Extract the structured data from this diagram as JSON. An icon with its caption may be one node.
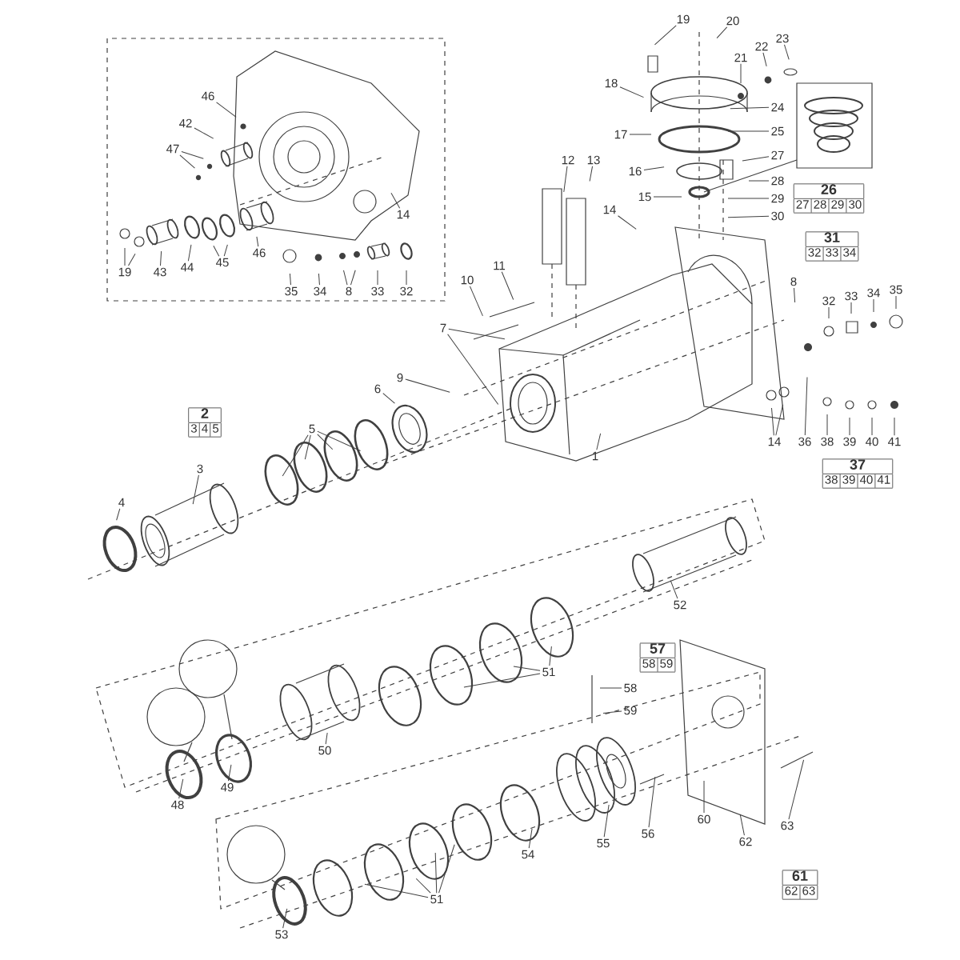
{
  "diagram": {
    "nodes": [
      {
        "text": [
          "46"
        ]
      },
      {
        "text": [
          "42"
        ]
      },
      {
        "text": [
          "47"
        ]
      },
      {
        "text": [
          "14"
        ]
      },
      {
        "text": [
          "19"
        ]
      },
      {
        "text": [
          "43"
        ]
      },
      {
        "text": [
          "44"
        ]
      },
      {
        "text": [
          "45"
        ]
      },
      {
        "text": [
          "46"
        ]
      },
      {
        "text": [
          "35"
        ]
      },
      {
        "text": [
          "34"
        ]
      },
      {
        "text": [
          "8"
        ]
      },
      {
        "text": [
          "33"
        ]
      },
      {
        "text": [
          "32"
        ]
      },
      {
        "text": [
          "19"
        ]
      },
      {
        "text": [
          "20"
        ]
      },
      {
        "text": [
          "18"
        ]
      },
      {
        "text": [
          "21"
        ]
      },
      {
        "text": [
          "22"
        ]
      },
      {
        "text": [
          "23"
        ]
      },
      {
        "text": [
          "17"
        ]
      },
      {
        "text": [
          "24"
        ]
      },
      {
        "text": [
          "25"
        ]
      },
      {
        "text": [
          "16"
        ]
      },
      {
        "text": [
          "15"
        ]
      },
      {
        "text": [
          "27"
        ]
      },
      {
        "text": [
          "12"
        ]
      },
      {
        "text": [
          "13"
        ]
      },
      {
        "text": [
          "28"
        ]
      },
      {
        "text": [
          "26",
          "27",
          "28",
          "29",
          "30"
        ]
      },
      {
        "text": [
          "29"
        ]
      },
      {
        "text": [
          "30"
        ]
      },
      {
        "text": [
          "14"
        ]
      },
      {
        "text": [
          "31",
          "32",
          "33",
          "34"
        ]
      },
      {
        "text": [
          "8"
        ]
      },
      {
        "text": [
          "11"
        ]
      },
      {
        "text": [
          "10"
        ]
      },
      {
        "text": [
          "35"
        ]
      },
      {
        "text": [
          "34"
        ]
      },
      {
        "text": [
          "33"
        ]
      },
      {
        "text": [
          "32"
        ]
      },
      {
        "text": [
          "7"
        ]
      },
      {
        "text": [
          "9"
        ]
      },
      {
        "text": [
          "6"
        ]
      },
      {
        "text": [
          "2",
          "3",
          "4",
          "5"
        ]
      },
      {
        "text": [
          "5"
        ]
      },
      {
        "text": [
          "14"
        ]
      },
      {
        "text": [
          "36"
        ]
      },
      {
        "text": [
          "38"
        ]
      },
      {
        "text": [
          "39"
        ]
      },
      {
        "text": [
          "40"
        ]
      },
      {
        "text": [
          "41"
        ]
      },
      {
        "text": [
          "1"
        ]
      },
      {
        "text": [
          "37",
          "38",
          "39",
          "40",
          "41"
        ]
      },
      {
        "text": [
          "3"
        ]
      },
      {
        "text": [
          "4"
        ]
      },
      {
        "text": [
          "52"
        ]
      },
      {
        "text": [
          "51"
        ]
      },
      {
        "text": [
          "57",
          "58",
          "59"
        ]
      },
      {
        "text": [
          "58"
        ]
      },
      {
        "text": [
          "59"
        ]
      },
      {
        "text": [
          "50"
        ]
      },
      {
        "text": [
          "49"
        ]
      },
      {
        "text": [
          "48"
        ]
      },
      {
        "text": [
          "56"
        ]
      },
      {
        "text": [
          "60"
        ]
      },
      {
        "text": [
          "62"
        ]
      },
      {
        "text": [
          "63"
        ]
      },
      {
        "text": [
          "55"
        ]
      },
      {
        "text": [
          "54"
        ]
      },
      {
        "text": [
          "51"
        ]
      },
      {
        "text": [
          "61",
          "62",
          "63"
        ]
      },
      {
        "text": [
          "53"
        ]
      }
    ],
    "edges": [
      {
        "from": 0,
        "to": null,
        "arrow": "none"
      },
      {
        "from": 1,
        "to": null,
        "arrow": "none"
      },
      {
        "from": 2,
        "to": null,
        "arrow": "none"
      },
      {
        "from": 2,
        "to": null,
        "arrow": "none"
      },
      {
        "from": 3,
        "to": null,
        "arrow": "none"
      },
      {
        "from": 4,
        "to": null,
        "arrow": "none"
      },
      {
        "from": 4,
        "to": null,
        "arrow": "none"
      },
      {
        "from": 5,
        "to": null,
        "arrow": "none"
      },
      {
        "from": 6,
        "to": null,
        "arrow": "none"
      },
      {
        "from": 7,
        "to": null,
        "arrow": "none"
      },
      {
        "from": 7,
        "to": null,
        "arrow": "none"
      },
      {
        "from": 8,
        "to": null,
        "arrow": "none"
      },
      {
        "from": 9,
        "to": null,
        "arrow": "none"
      },
      {
        "from": 10,
        "to": null,
        "arrow": "none"
      },
      {
        "from": 11,
        "to": null,
        "arrow": "none"
      },
      {
        "from": 11,
        "to": null,
        "arrow": "none"
      },
      {
        "from": 12,
        "to": null,
        "arrow": "none"
      },
      {
        "from": 13,
        "to": null,
        "arrow": "none"
      },
      {
        "from": 14,
        "to": null,
        "arrow": "none"
      },
      {
        "from": 15,
        "to": null,
        "arrow": "none"
      },
      {
        "from": 16,
        "to": null,
        "arrow": "none"
      },
      {
        "from": 17,
        "to": null,
        "arrow": "none"
      },
      {
        "from": 18,
        "to": null,
        "arrow": "none"
      },
      {
        "from": 19,
        "to": null,
        "arrow": "none"
      },
      {
        "from": 20,
        "to": null,
        "arrow": "none"
      },
      {
        "from": 21,
        "to": null,
        "arrow": "none"
      },
      {
        "from": 22,
        "to": null,
        "arrow": "none"
      },
      {
        "from": 23,
        "to": null,
        "arrow": "none"
      },
      {
        "from": 24,
        "to": null,
        "arrow": "none"
      },
      {
        "from": 25,
        "to": null,
        "arrow": "none"
      },
      {
        "from": 26,
        "to": null,
        "arrow": "none"
      },
      {
        "from": 27,
        "to": null,
        "arrow": "none"
      },
      {
        "from": 28,
        "to": null,
        "arrow": "none"
      },
      {
        "from": 30,
        "to": null,
        "arrow": "none"
      },
      {
        "from": 31,
        "to": null,
        "arrow": "none"
      },
      {
        "from": 32,
        "to": null,
        "arrow": "none"
      },
      {
        "from": 34,
        "to": null,
        "arrow": "none"
      },
      {
        "from": 35,
        "to": null,
        "arrow": "none"
      },
      {
        "from": 36,
        "to": null,
        "arrow": "none"
      },
      {
        "from": 37,
        "to": null,
        "arrow": "none"
      },
      {
        "from": 38,
        "to": null,
        "arrow": "none"
      },
      {
        "from": 39,
        "to": null,
        "arrow": "none"
      },
      {
        "from": 40,
        "to": null,
        "arrow": "none"
      },
      {
        "from": 41,
        "to": null,
        "arrow": "none"
      },
      {
        "from": 41,
        "to": null,
        "arrow": "none"
      },
      {
        "from": 42,
        "to": null,
        "arrow": "none"
      },
      {
        "from": 43,
        "to": null,
        "arrow": "none"
      },
      {
        "from": 45,
        "to": null,
        "arrow": "none"
      },
      {
        "from": 45,
        "to": null,
        "arrow": "none"
      },
      {
        "from": 45,
        "to": null,
        "arrow": "none"
      },
      {
        "from": 45,
        "to": null,
        "arrow": "none"
      },
      {
        "from": 46,
        "to": null,
        "arrow": "none"
      },
      {
        "from": 46,
        "to": null,
        "arrow": "none"
      },
      {
        "from": 47,
        "to": null,
        "arrow": "none"
      },
      {
        "from": 48,
        "to": null,
        "arrow": "none"
      },
      {
        "from": 49,
        "to": null,
        "arrow": "none"
      },
      {
        "from": 50,
        "to": null,
        "arrow": "none"
      },
      {
        "from": 51,
        "to": null,
        "arrow": "none"
      },
      {
        "from": 52,
        "to": null,
        "arrow": "none"
      },
      {
        "from": 54,
        "to": null,
        "arrow": "none"
      },
      {
        "from": 55,
        "to": null,
        "arrow": "none"
      },
      {
        "from": 56,
        "to": null,
        "arrow": "none"
      },
      {
        "from": 57,
        "to": null,
        "arrow": "none"
      },
      {
        "from": 57,
        "to": null,
        "arrow": "none"
      },
      {
        "from": 57,
        "to": null,
        "arrow": "none"
      },
      {
        "from": 59,
        "to": null,
        "arrow": "none"
      },
      {
        "from": 60,
        "to": null,
        "arrow": "none"
      },
      {
        "from": 61,
        "to": null,
        "arrow": "none"
      },
      {
        "from": 62,
        "to": null,
        "arrow": "none"
      },
      {
        "from": 63,
        "to": null,
        "arrow": "none"
      },
      {
        "from": 64,
        "to": null,
        "arrow": "none"
      },
      {
        "from": 65,
        "to": null,
        "arrow": "none"
      },
      {
        "from": 66,
        "to": null,
        "arrow": "none"
      },
      {
        "from": 67,
        "to": null,
        "arrow": "none"
      },
      {
        "from": 68,
        "to": null,
        "arrow": "none"
      },
      {
        "from": 69,
        "to": null,
        "arrow": "none"
      },
      {
        "from": 70,
        "to": null,
        "arrow": "none"
      },
      {
        "from": 70,
        "to": null,
        "arrow": "none"
      },
      {
        "from": 70,
        "to": null,
        "arrow": "none"
      },
      {
        "from": 70,
        "to": null,
        "arrow": "none"
      },
      {
        "from": 72,
        "to": null,
        "arrow": "none"
      }
    ]
  }
}
